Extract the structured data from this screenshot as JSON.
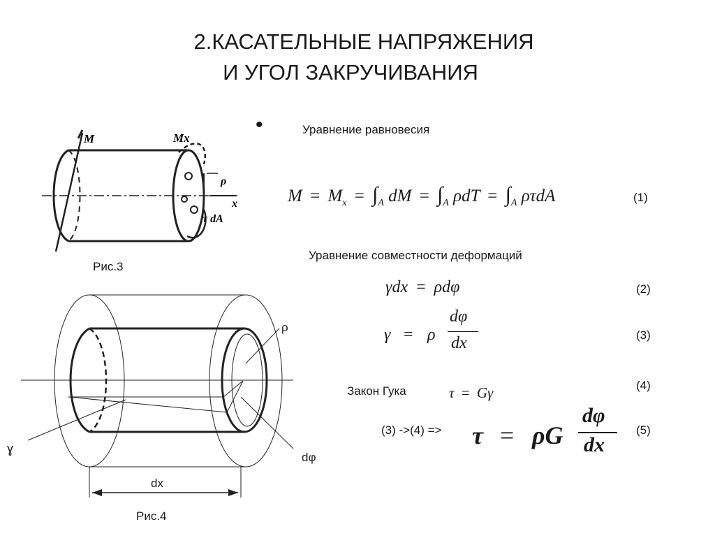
{
  "title": {
    "line1": "2.КАСАТЕЛЬНЫЕ НАПРЯЖЕНИЯ",
    "line2": "И УГОЛ ЗАКРУЧИВАНИЯ"
  },
  "bullet": "•",
  "sections": {
    "equilibrium": "Уравнение равновесия",
    "compatibility": "Уравнение совместности деформаций",
    "hooke": "Закон Гука",
    "substitution": "(3) ->(4) =>"
  },
  "equations": {
    "eq1": "M = M x = ∫ A dM = ∫ A ρdT = ∫ A ρτdA",
    "eq2": "γdx = ρdφ",
    "eq3": "γ = ρ dφ/dx",
    "eq4": "τ = Gγ",
    "eq5": "τ = ρG dφ/dx"
  },
  "eq_parts": {
    "M": "M",
    "eq": "=",
    "Mx": "M",
    "x": "x",
    "int": "∫",
    "A": "A",
    "dM": "dM",
    "rhodT": "ρdT",
    "rhotaudA": "ρτdA",
    "gdx": "γdx",
    "rhodphi": "ρdφ",
    "gamma": "γ",
    "rho": "ρ",
    "dphi": "dφ",
    "dx": "dx",
    "tau": "τ",
    "Gg": "Gγ",
    "rhoG": "ρG"
  },
  "numbers": {
    "n1": "(1)",
    "n2": "(2)",
    "n3": "(3)",
    "n4": "(4)",
    "n5": "(5)"
  },
  "figures": {
    "fig3": {
      "caption": "Рис.3",
      "labels": {
        "M": "M",
        "Mx": "Mx",
        "rho": "ρ",
        "x": "x",
        "taudA": "τ dA"
      }
    },
    "fig4": {
      "caption": "Рис.4",
      "labels": {
        "rho": "ρ",
        "gamma": "ɣ",
        "dphi": "dφ",
        "dx": "dx"
      }
    }
  }
}
